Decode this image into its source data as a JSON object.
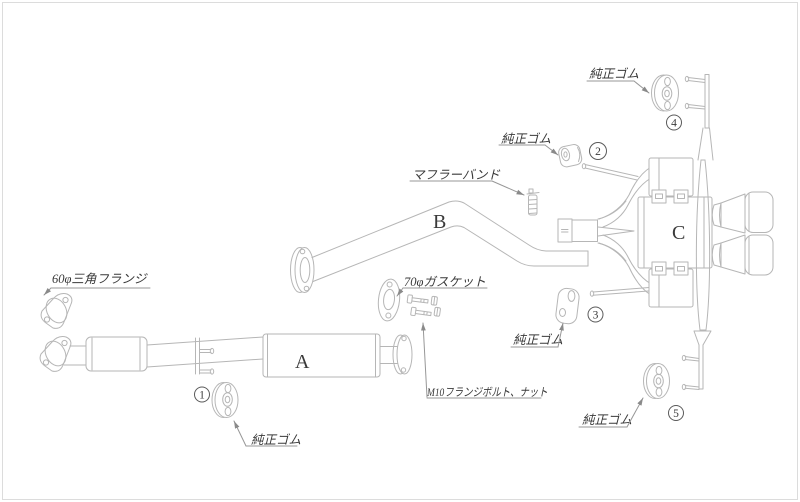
{
  "page": {
    "background": "#ffffff",
    "frame_border": "#dcdcdc"
  },
  "diagram": {
    "kind": "exhaust-system-parts-diagram",
    "sections": {
      "a": "A",
      "b": "B",
      "c": "C"
    },
    "callouts": {
      "stock_rubber": "純正ゴム",
      "triangle_flange_60": "60φ三角フランジ",
      "gasket_70": "70φガスケット",
      "muffler_band": "マフラーバンド",
      "m10_flange_bolt_nut": "M10フランジボルト、ナット"
    },
    "item_numbers": {
      "n1": "1",
      "n2": "2",
      "n3": "3",
      "n4": "4",
      "n5": "5"
    },
    "colors": {
      "part_line": "#b6b6b6",
      "annotation_line": "#979797",
      "text": "#3a3a3a"
    }
  }
}
